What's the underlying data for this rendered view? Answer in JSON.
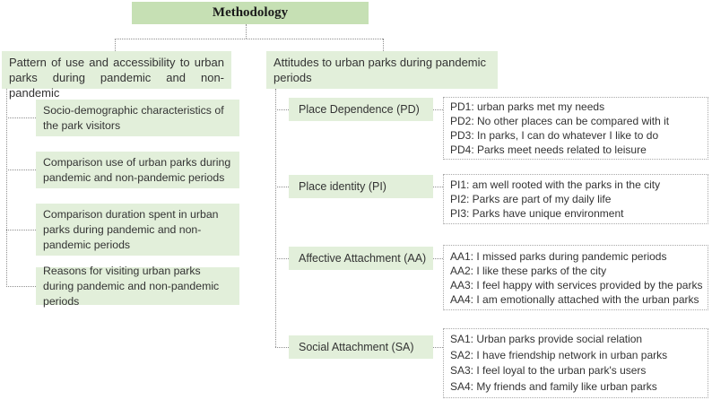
{
  "root": {
    "title": "Methodology"
  },
  "left_branch": {
    "header": "Pattern of use and accessibility to urban parks during pandemic and non-pandemic",
    "items": [
      "Socio-demographic characteristics of the park visitors",
      "Comparison use of urban parks during pandemic and non-pandemic periods",
      "Comparison duration spent in urban parks during pandemic and non-pandemic periods",
      "Reasons for visiting urban parks during pandemic and non-pandemic periods"
    ]
  },
  "right_branch": {
    "header": "Attitudes to urban parks during pandemic periods",
    "categories": [
      {
        "label": "Place Dependence (PD)",
        "items": [
          "PD1: urban parks met my needs",
          "PD2: No other places can be compared with it",
          "PD3: In parks, I can do whatever I like to do",
          "PD4: Parks meet needs related to leisure"
        ]
      },
      {
        "label": "Place identity (PI)",
        "items": [
          "PI1: am well rooted with the parks in the city",
          "PI2: Parks are part of my daily life",
          "PI3: Parks have unique environment"
        ]
      },
      {
        "label": "Affective Attachment (AA)",
        "items": [
          "AA1: I missed parks during pandemic periods",
          "AA2: I like these parks of the city",
          "AA3: I feel happy with services provided by the parks",
          "AA4: I am emotionally attached with the urban parks"
        ]
      },
      {
        "label": "Social Attachment (SA)",
        "items": [
          "SA1: Urban parks provide social relation",
          "SA2: I have friendship network in urban parks",
          "SA3: I feel loyal to the urban park's users",
          "SA4: My friends and family like urban parks"
        ]
      }
    ]
  },
  "colors": {
    "root_fill": "#c6e0b4",
    "node_fill": "#e2efda",
    "connector": "#8f8f8f",
    "list_border": "#a9a9a9",
    "text": "#333333"
  }
}
